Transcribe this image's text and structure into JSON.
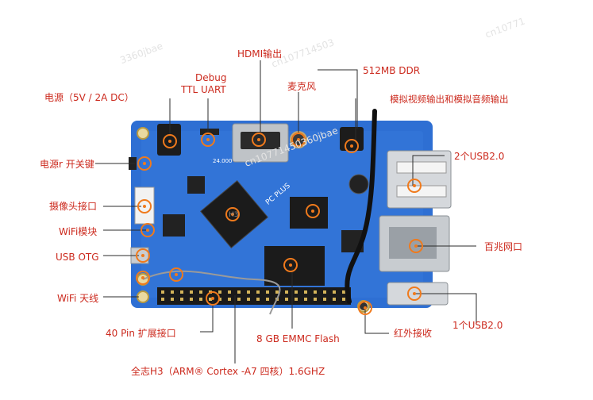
{
  "labels": {
    "hdmi": "HDMI输出",
    "debug_line1": "Debug",
    "debug_line2": "TTL UART",
    "power_dc": "电源（5V / 2A DC）",
    "mic": "麦克风",
    "ddr": "512MB DDR",
    "av_out": "模拟视频输出和模拟音频输出",
    "power_switch": "电源r 开关键",
    "usb2_top": "2个USB2.0",
    "camera": "摄像头接口",
    "wifi_module": "WiFi模块",
    "ethernet": "百兆网口",
    "usb_otg": "USB OTG",
    "wifi_antenna": "WiFi 天线",
    "usb2_bottom": "1个USB2.0",
    "gpio": "40 Pin 扩展接口",
    "emmc": "8 GB EMMC Flash",
    "ir": "红外接收",
    "soc": "全志H3（ARM® Cortex -A7 四核）1.6GHZ"
  },
  "board": {
    "silkscreen": "PC PLUS",
    "soc_marking": "H3",
    "crystal": "24.000"
  },
  "watermarks": [
    "cn10771450360jbae",
    "cn10771",
    "cn107714503",
    "3360jbae"
  ],
  "colors": {
    "label_text": "#cc2a1e",
    "leader_line": "#2b2b2b",
    "marker_ring": "#f07a1c",
    "pcb": "#2e6fd3",
    "pcb_dark": "#1f55ad",
    "header_pins": "#1a1a1a"
  },
  "icons": [
    "marker-ring-icon"
  ]
}
